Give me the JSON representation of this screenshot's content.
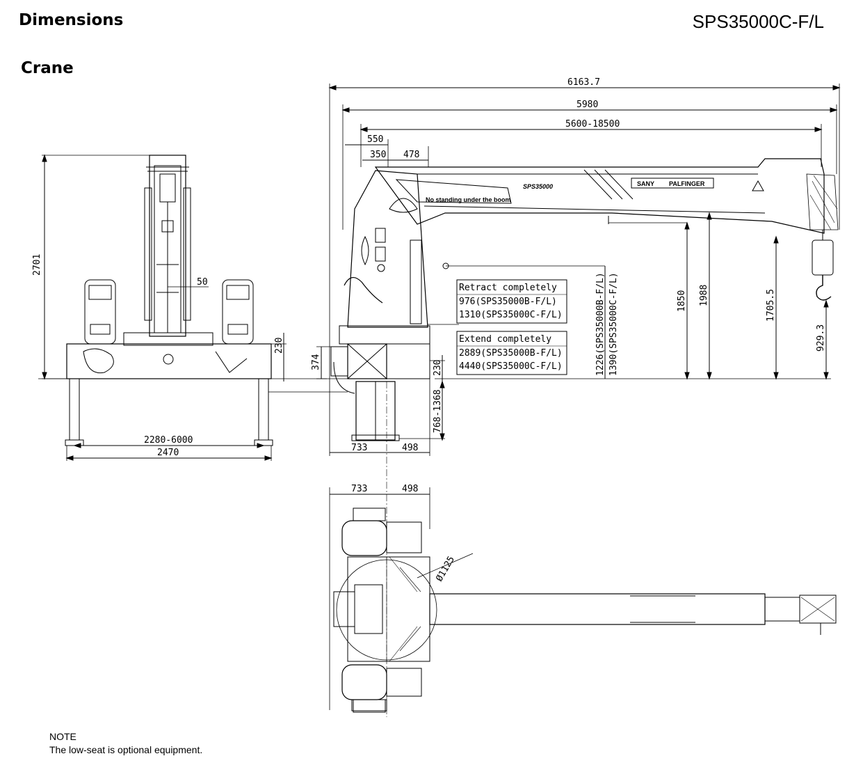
{
  "header": {
    "title": "Dimensions",
    "subtitle": "Crane",
    "model": "SPS35000C-F/L"
  },
  "note": {
    "heading": "NOTE",
    "text": "The low-seat is optional equipment."
  },
  "side_view": {
    "overall_length": "6163.7",
    "length_5980": "5980",
    "boom_reach": "5600-18500",
    "dim_550": "550",
    "dim_350": "350",
    "dim_478": "478",
    "boom_lettering": "SPS35000",
    "boom_warning": "No standing under the boom",
    "brand_left": "SANY",
    "brand_right": "PALFINGER",
    "retract_label": "Retract completely",
    "retract_b": "976(SPS35000B-F/L)",
    "retract_c": "1310(SPS35000C-F/L)",
    "extend_label": "Extend completely",
    "extend_b": "2889(SPS35000B-F/L)",
    "extend_c": "4440(SPS35000C-F/L)",
    "height_b": "1226(SPS35000B-F/L)",
    "height_c": "1390(SPS35000C-F/L)",
    "h_1850": "1850",
    "h_1988": "1988",
    "h_1705": "1705.5",
    "h_929": "929.3",
    "dim_374": "374",
    "dim_230": "230",
    "leg_range": "768-1368",
    "base_733": "733",
    "base_498": "498"
  },
  "front_view": {
    "height": "2701",
    "dim_50": "50",
    "dim_230": "230",
    "outrigger_span": "2280-6000",
    "width": "2470"
  },
  "top_view": {
    "dim_733": "733",
    "dim_498": "498",
    "diameter": "Ø1125"
  }
}
